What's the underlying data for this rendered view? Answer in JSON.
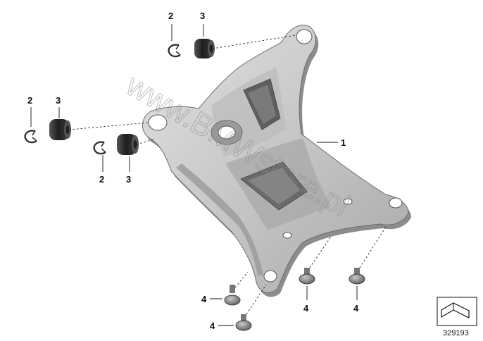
{
  "watermark": "www.BMWstore.pl",
  "reference_number": "329193",
  "callouts": {
    "bracket": "1",
    "clip_top": "2",
    "grommet_top": "3",
    "clip_left": "2",
    "grommet_left": "3",
    "clip_mid": "2",
    "grommet_mid": "3",
    "screw_a": "4",
    "screw_b": "4",
    "screw_c": "4",
    "screw_d": "4"
  },
  "colors": {
    "part_light": "#d4d4d4",
    "part_mid": "#b7b7b7",
    "part_dark": "#8e8e8e",
    "rubber": "#2b2b2b"
  }
}
